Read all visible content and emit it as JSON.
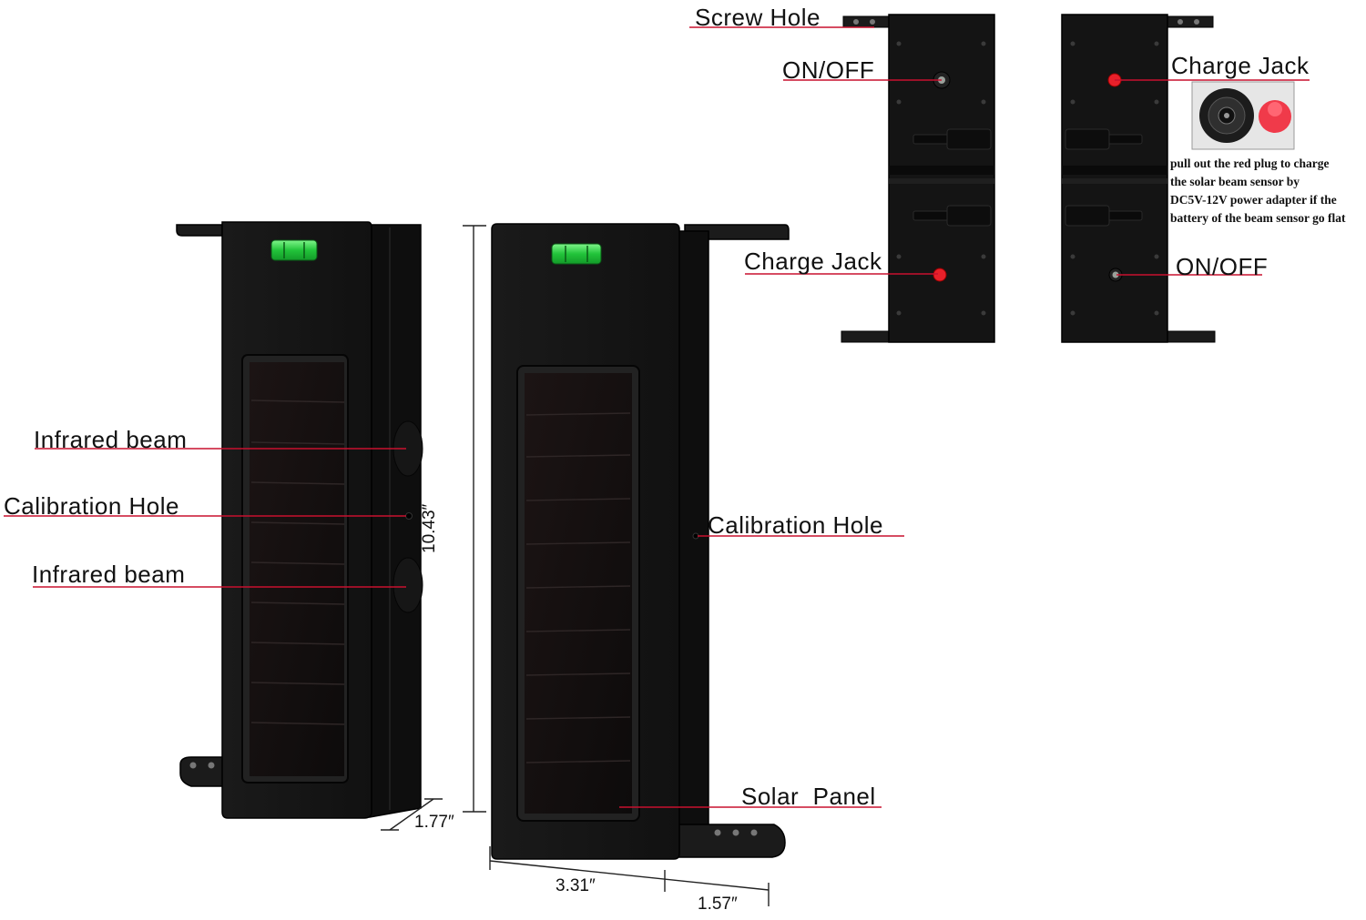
{
  "labels": {
    "screw_hole": "Screw Hole",
    "on_off_top_left": "ON/OFF",
    "charge_jack_top_left": "Charge Jack",
    "charge_jack_top_right": "Charge Jack",
    "on_off_top_right": "ON/OFF",
    "infrared_beam_upper": "Infrared beam",
    "calibration_hole_left": "Calibration Hole",
    "infrared_beam_lower": "Infrared beam",
    "calibration_hole_right": "Calibration Hole",
    "solar_panel": "Solar  Panel"
  },
  "charge_note": [
    "pull out the red plug to charge",
    "the solar beam sensor by",
    "DC5V-12V power adapter if the",
    "battery of the beam sensor go flat"
  ],
  "dimensions": {
    "height": "10.43″",
    "depth_left": "1.77″",
    "width": "3.31″",
    "depth_right": "1.57″"
  },
  "colors": {
    "leader_line": "#c8102e",
    "device_body": "#161616",
    "level_vial": "#2ecc40",
    "charge_plug": "#e8202a"
  }
}
